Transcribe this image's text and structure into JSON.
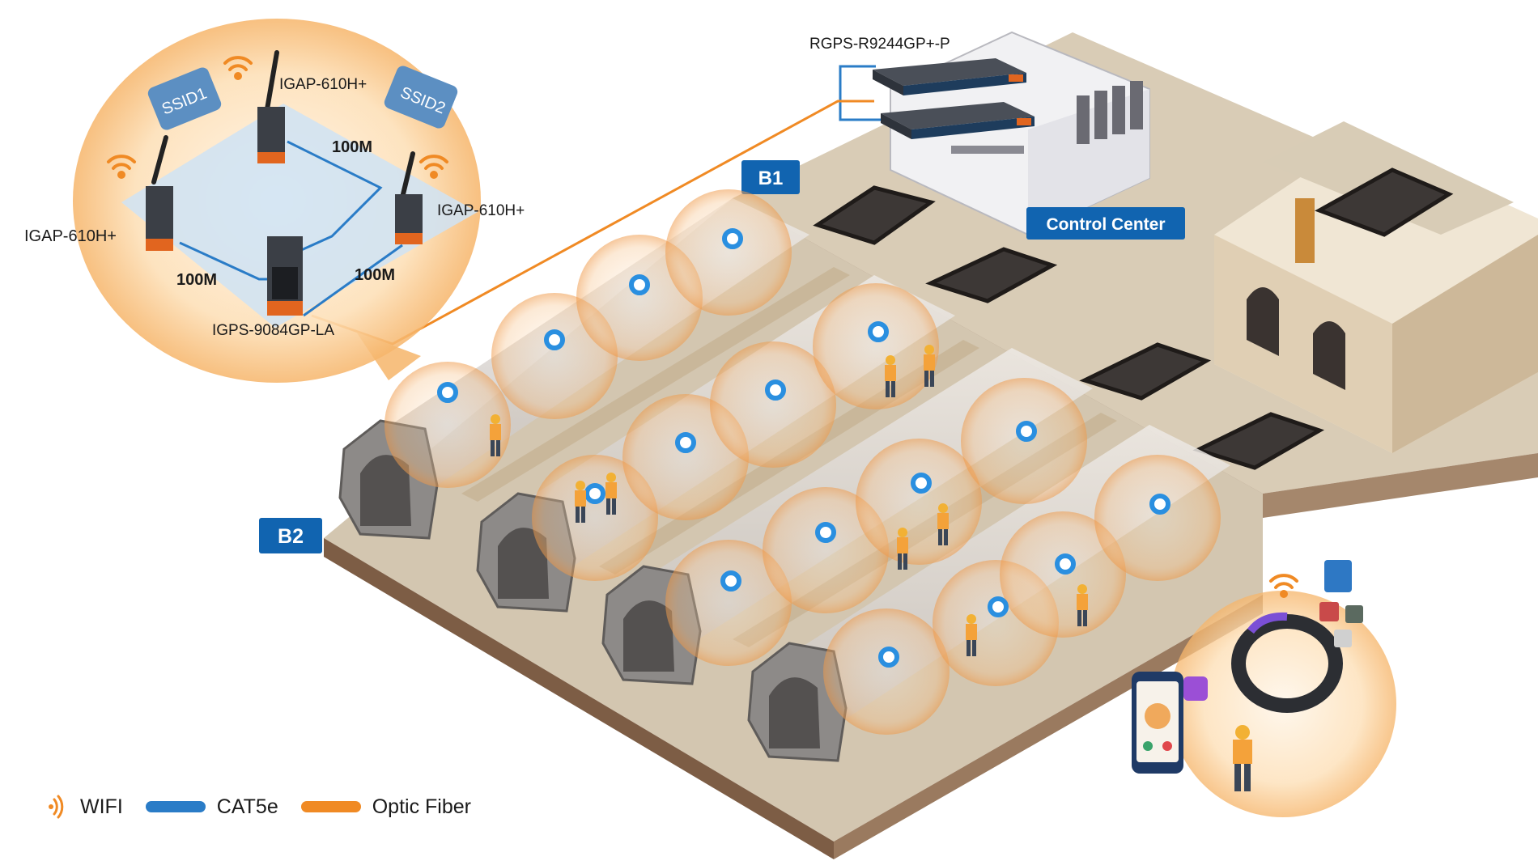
{
  "inset": {
    "ssid_labels": [
      "SSID1",
      "SSID2"
    ],
    "ap_labels": [
      "IGAP-610H+",
      "IGAP-610H+",
      "IGAP-610H+"
    ],
    "switch_label": "IGPS-9084GP-LA",
    "link_labels": [
      "100M",
      "100M",
      "100M"
    ]
  },
  "control": {
    "switch_label": "RGPS-R9244GP+-P",
    "center_label": "Control Center"
  },
  "levels": {
    "b1": "B1",
    "b2": "B2"
  },
  "legend": {
    "wifi": "WIFI",
    "cat5e": "CAT5e",
    "fiber": "Optic Fiber"
  },
  "colors": {
    "orange": "#f08a24",
    "blue": "#2a7cc7",
    "badge": "#1164b0",
    "floor": "#d3c6b0"
  },
  "icons": [
    "wifi-icon",
    "access-point-icon",
    "switch-icon",
    "smartphone-icon",
    "smart-ring-icon",
    "worker-icon"
  ]
}
